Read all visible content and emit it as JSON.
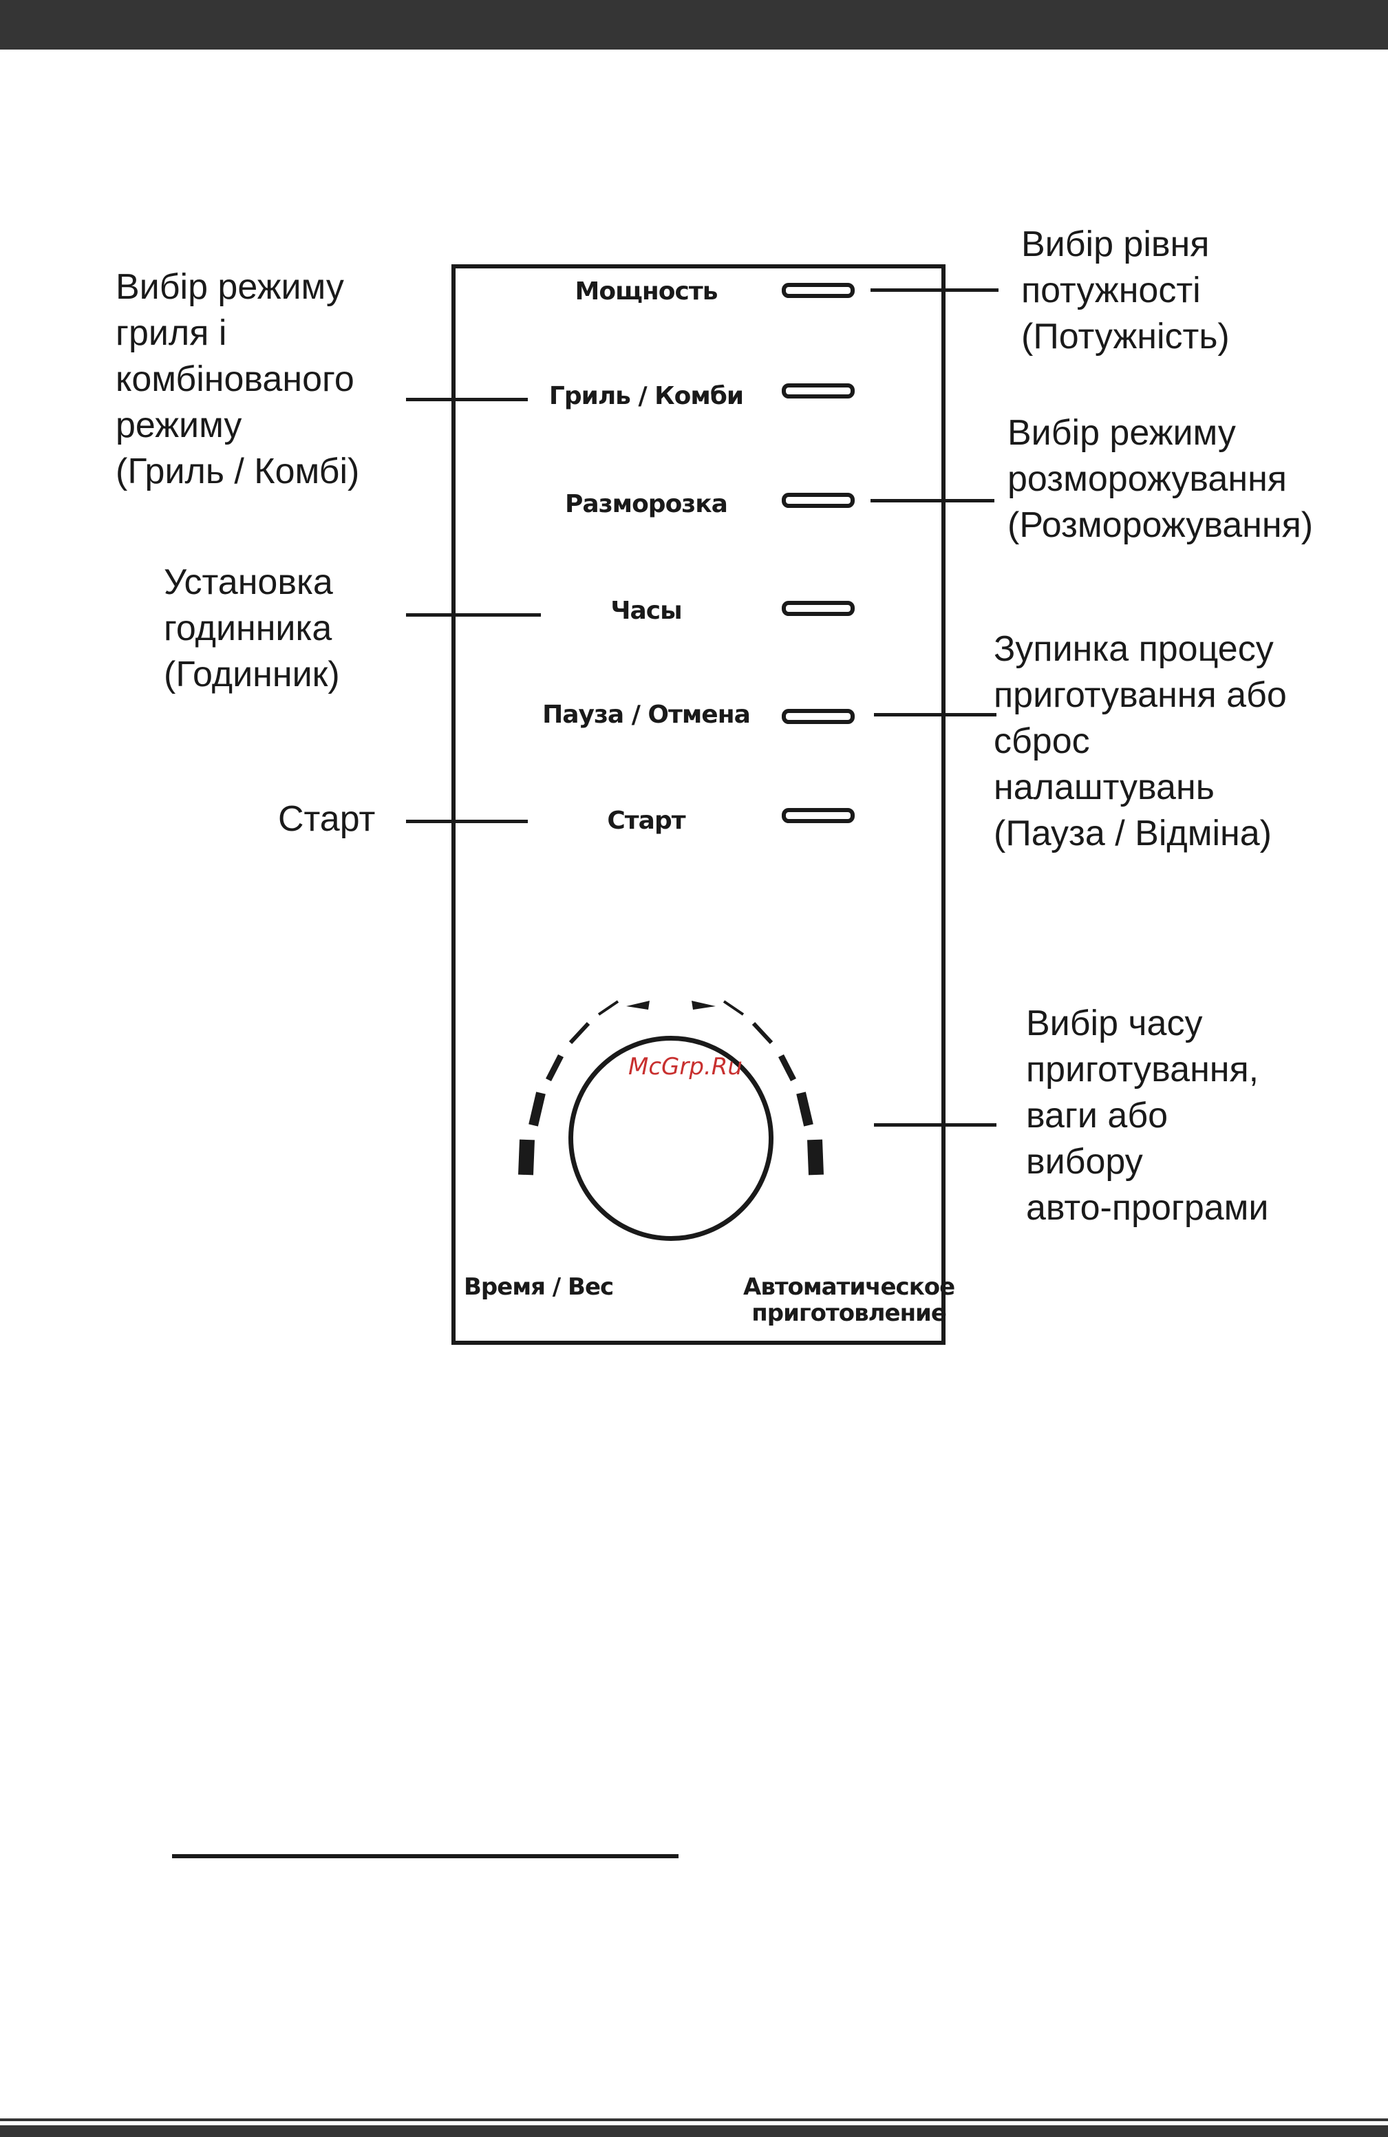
{
  "panel": {
    "buttons": [
      {
        "label": "Мощность"
      },
      {
        "label": "Гриль / Комби"
      },
      {
        "label": "Разморозка"
      },
      {
        "label": "Часы"
      },
      {
        "label": "Пауза / Отмена"
      },
      {
        "label": "Старт"
      }
    ],
    "dial": {
      "left_label": "Время / Вес",
      "right_label_line1": "Автоматическое",
      "right_label_line2": "приготовление",
      "watermark": "McGrp.Ru"
    }
  },
  "callouts": {
    "power": [
      "Вибір рівня",
      "потужності",
      "(Потужність)"
    ],
    "grill": [
      "Вибір режиму",
      "гриля і",
      "комбінованого",
      "режиму",
      "(Гриль / Комбі)"
    ],
    "defrost": [
      "Вибір режиму",
      "розморожування",
      "(Розморожування)"
    ],
    "clock": [
      "Установка",
      "годинника",
      "(Годинник)"
    ],
    "pause": [
      "Зупинка процесу",
      "приготування або",
      "сброс",
      "налаштувань",
      "(Пауза / Відміна)"
    ],
    "start": [
      "Старт"
    ],
    "dial": [
      "Вибір часу",
      "приготування,",
      "ваги або",
      "вибору",
      "авто-програми"
    ]
  },
  "colors": {
    "bar": "#353535",
    "ink": "#1a1a1a",
    "watermark": "#c8302f"
  }
}
